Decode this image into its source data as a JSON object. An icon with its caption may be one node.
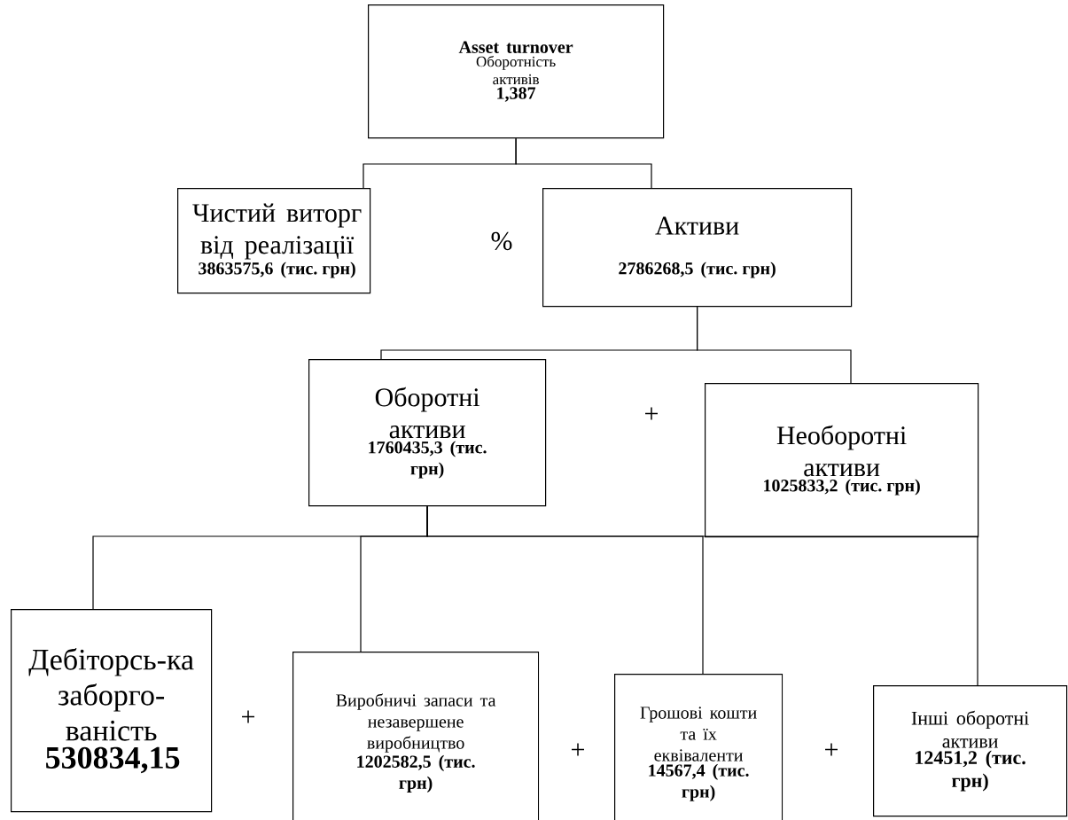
{
  "diagram": {
    "nodes": [
      {
        "text": [
          "Asset turnover",
          "Оборотність активів",
          "1,387"
        ]
      },
      {
        "text": [
          "Чистий виторг від реалізації",
          "3863575,6 (тис. грн)"
        ]
      },
      {
        "text": [
          "Активи",
          "2786268,5 (тис. грн)"
        ]
      },
      {
        "text": [
          "Оборотні активи",
          "1760435,3 (тис. грн)"
        ]
      },
      {
        "text": [
          "Необоротні активи",
          "1025833,2 (тис. грн)"
        ]
      },
      {
        "text": [
          "Дебіторсь-ка заборго-ваність",
          "530834,15"
        ]
      },
      {
        "text": [
          "Виробничі запаси та незавершене виробництво",
          "1202582,5 (тис. грн)"
        ]
      },
      {
        "text": [
          "Грошові кошти та їх еквіваленти",
          "14567,4 (тис. грн)"
        ]
      },
      {
        "text": [
          "Інші оборотні активи",
          "12451,2 (тис. грн)"
        ]
      }
    ],
    "edges": [
      {
        "from": 0,
        "to": 1,
        "arrow": "none"
      },
      {
        "from": 0,
        "to": 2,
        "arrow": "none"
      },
      {
        "from": 2,
        "to": 3,
        "arrow": "none"
      },
      {
        "from": 2,
        "to": 4,
        "arrow": "none"
      },
      {
        "from": 3,
        "to": 5,
        "arrow": "none"
      },
      {
        "from": 3,
        "to": 6,
        "arrow": "none"
      },
      {
        "from": 3,
        "to": 7,
        "arrow": "none"
      },
      {
        "from": 3,
        "to": 8,
        "arrow": "none"
      }
    ],
    "labels": [
      "%",
      "+",
      "+",
      "+",
      "+"
    ]
  }
}
